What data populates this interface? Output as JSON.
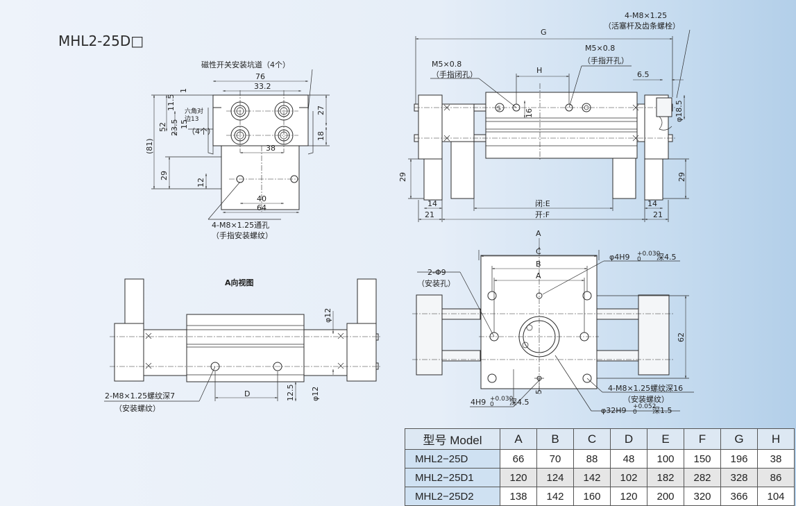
{
  "title": "MHL2-25D□",
  "top_left": {
    "switch_groove": "磁性开关安装坑道（4个）",
    "hex_a": "六角对",
    "hex_b": "边13",
    "hex_c": "（4个）",
    "d76": "76",
    "d33_2": "33.2",
    "d1": "1",
    "d11_5": "11.5",
    "d52": "52",
    "d23_5": "23.5",
    "d15": "15",
    "d81": "(81)",
    "d27": "27",
    "d18": "18",
    "d38": "38",
    "d29": "29",
    "d12": "12",
    "d40": "40",
    "d64": "64",
    "thru_a": "4-M8×1.25通孔",
    "thru_b": "（手指安装螺纹）"
  },
  "top_right": {
    "g": "G",
    "rod_a": "4-M8×1.25",
    "rod_b": "（活塞杆及齿条螺栓）",
    "m5_close_a": "M5×0.8",
    "m5_close_b": "（手指闭孔）",
    "m5_open_a": "M5×0.8",
    "m5_open_b": "（手指开孔）",
    "h": "H",
    "d6_5": "6.5",
    "d16": "16",
    "phi18_5": "φ18.5",
    "d29l": "29",
    "d29r": "29",
    "d14l": "14",
    "d14r": "14",
    "d21l": "21",
    "d21r": "21",
    "closed_e": "闭:E",
    "open_f": "开:F",
    "s_mark": "S"
  },
  "bottom_left": {
    "title": "A向视图",
    "phi12_top": "φ12",
    "phi12_bot": "φ12",
    "d12_5": "12.5",
    "d": "D",
    "thread_a": "2-M8×1.25螺纹深7",
    "thread_b": "（安装螺纹）"
  },
  "bottom_right": {
    "a_arrow": "A",
    "c": "C",
    "b": "B",
    "a": "A",
    "holes_a": "2-Φ9",
    "holes_b": "（安装孔）",
    "phi4_top_a": "φ4H9",
    "phi4_top_b": "深4.5",
    "d62": "62",
    "thread_a": "4-M8×1.25螺纹深16",
    "thread_b": "（安装螺纹）",
    "phi4_bot_a": "4H9",
    "phi4_bot_b": "深4.5",
    "d5": "5",
    "phi32_a": "φ32H9",
    "phi32_b": "深1.5",
    "tol_030": "+0.030",
    "tol_052": "+0.052",
    "tol_0": "0"
  },
  "table": {
    "headers": [
      "型号 Model",
      "A",
      "B",
      "C",
      "D",
      "E",
      "F",
      "G",
      "H"
    ],
    "rows": [
      [
        "MHL2−25D",
        "66",
        "70",
        "88",
        "48",
        "100",
        "150",
        "196",
        "38"
      ],
      [
        "MHL2−25D1",
        "120",
        "124",
        "142",
        "102",
        "182",
        "282",
        "328",
        "86"
      ],
      [
        "MHL2−25D2",
        "138",
        "142",
        "160",
        "120",
        "200",
        "320",
        "366",
        "104"
      ]
    ]
  }
}
